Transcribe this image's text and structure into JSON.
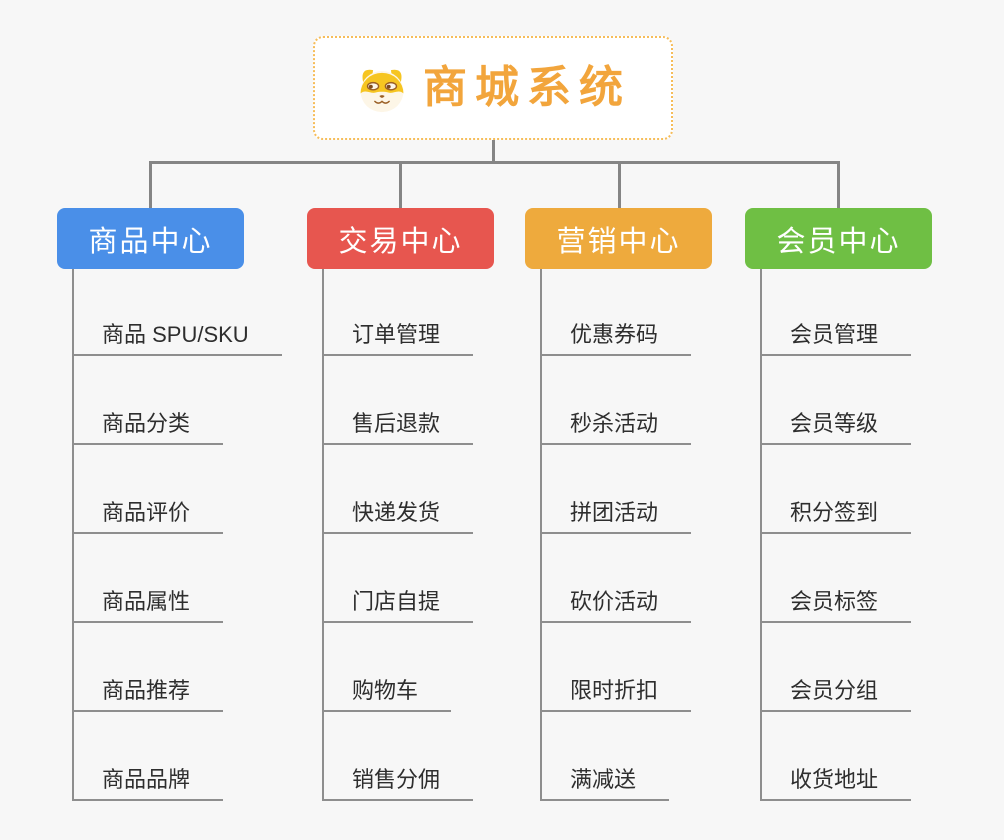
{
  "root": {
    "title": "商城系统",
    "icon": "dog-face",
    "title_color": "#f2a53c",
    "border_color": "#f6bd5a"
  },
  "connector_color": "#858585",
  "branches": [
    {
      "label": "商品中心",
      "color": "#4a8fe8",
      "children": [
        "商品 SPU/SKU",
        "商品分类",
        "商品评价",
        "商品属性",
        "商品推荐",
        "商品品牌"
      ]
    },
    {
      "label": "交易中心",
      "color": "#e7564f",
      "children": [
        "订单管理",
        "售后退款",
        "快递发货",
        "门店自提",
        "购物车",
        "销售分佣"
      ]
    },
    {
      "label": "营销中心",
      "color": "#eeaa3d",
      "children": [
        "优惠券码",
        "秒杀活动",
        "拼团活动",
        "砍价活动",
        "限时折扣",
        "满减送"
      ]
    },
    {
      "label": "会员中心",
      "color": "#6fbf44",
      "children": [
        "会员管理",
        "会员等级",
        "积分签到",
        "会员标签",
        "会员分组",
        "收货地址"
      ]
    }
  ]
}
